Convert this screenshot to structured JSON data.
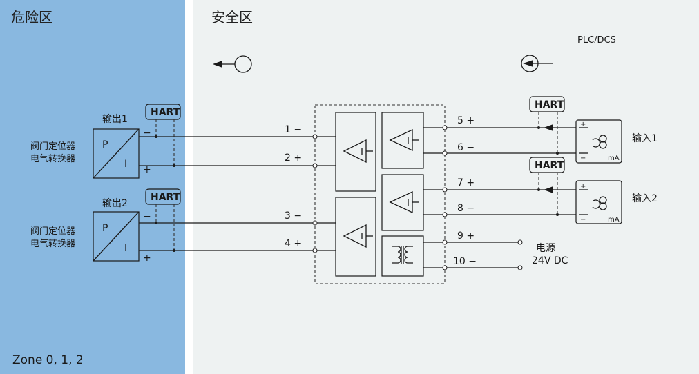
{
  "zones": {
    "hazardous": {
      "title": "危险区",
      "footer": "Zone  0, 1, 2"
    },
    "safe": {
      "title": "安全区"
    }
  },
  "plc_label": "PLC/DCS",
  "field_devices": [
    {
      "output_label": "输出1",
      "device_line1": "阀门定位器",
      "device_line2": "电气转换器",
      "p_label": "P",
      "i_label": "I",
      "minus": "−",
      "plus": "+",
      "hart": "HART"
    },
    {
      "output_label": "输出2",
      "device_line1": "阀门定位器",
      "device_line2": "电气转换器",
      "p_label": "P",
      "i_label": "I",
      "minus": "−",
      "plus": "+",
      "hart": "HART"
    }
  ],
  "isolator_terminals_left": [
    "1 −",
    "2 +",
    "3 −",
    "4 +"
  ],
  "isolator_terminals_right": [
    "5 +",
    "6 −",
    "7 +",
    "8 −",
    "9 +",
    "10 −"
  ],
  "inputs": [
    {
      "label": "输入1",
      "hart": "HART",
      "plus": "+",
      "minus": "−",
      "unit": "mA"
    },
    {
      "label": "输入2",
      "hart": "HART",
      "plus": "+",
      "minus": "−",
      "unit": "mA"
    }
  ],
  "power": {
    "line1": "电源",
    "line2": "24V DC"
  },
  "colors": {
    "hazardous_bg": "#89b8e0",
    "safe_bg": "#eef2f2",
    "line": "#1a1a1a"
  }
}
